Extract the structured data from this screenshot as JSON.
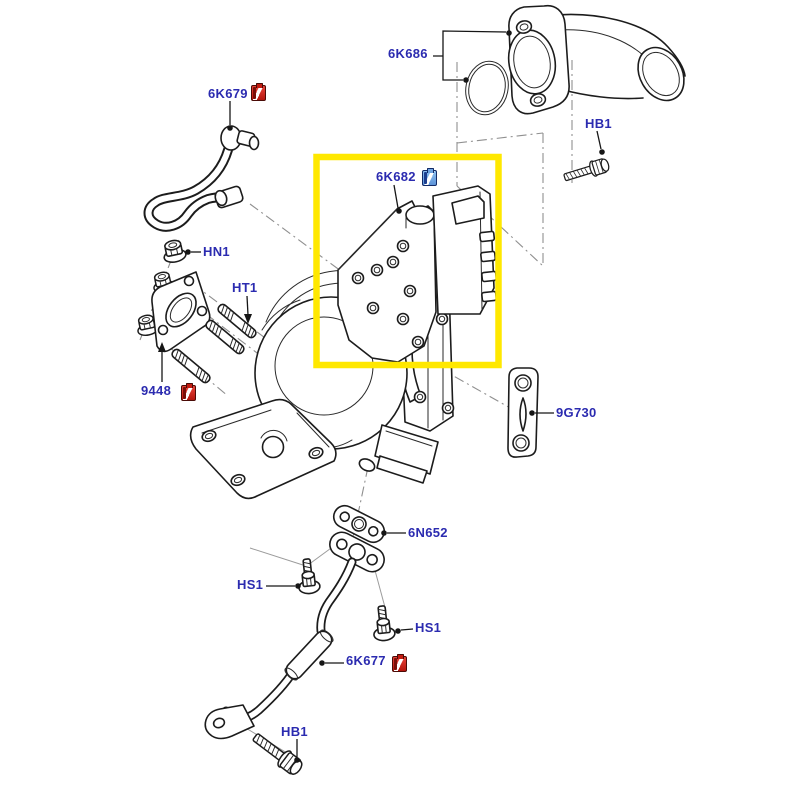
{
  "diagram_type": "exploded-parts-diagram",
  "colors": {
    "background": "#ffffff",
    "label_text": "#2b2bb0",
    "line_art": "#1c1c1c",
    "ghost_part": "#ababab",
    "guide_line": "#8f8f8f",
    "highlight_box": "#ffe800",
    "flag_red": "#c21c12",
    "flag_blue": "#6ea3e0"
  },
  "selection": {
    "highlighted_part_label": "6K682"
  },
  "callouts": {
    "c6k679": {
      "label": "6K679",
      "flag": "red"
    },
    "c6k686": {
      "label": "6K686",
      "flag": null
    },
    "chb1_top": {
      "label": "HB1",
      "flag": null
    },
    "c6k682": {
      "label": "6K682",
      "flag": "blue"
    },
    "chn1": {
      "label": "HN1",
      "flag": null
    },
    "cht1": {
      "label": "HT1",
      "flag": null
    },
    "c9448": {
      "label": "9448",
      "flag": "red"
    },
    "c9g730": {
      "label": "9G730",
      "flag": null
    },
    "c6n652": {
      "label": "6N652",
      "flag": null
    },
    "chs1_left": {
      "label": "HS1",
      "flag": null
    },
    "chs1_right": {
      "label": "HS1",
      "flag": null
    },
    "c6k677": {
      "label": "6K677",
      "flag": "red"
    },
    "chb1_bottom": {
      "label": "HB1",
      "flag": null
    }
  }
}
